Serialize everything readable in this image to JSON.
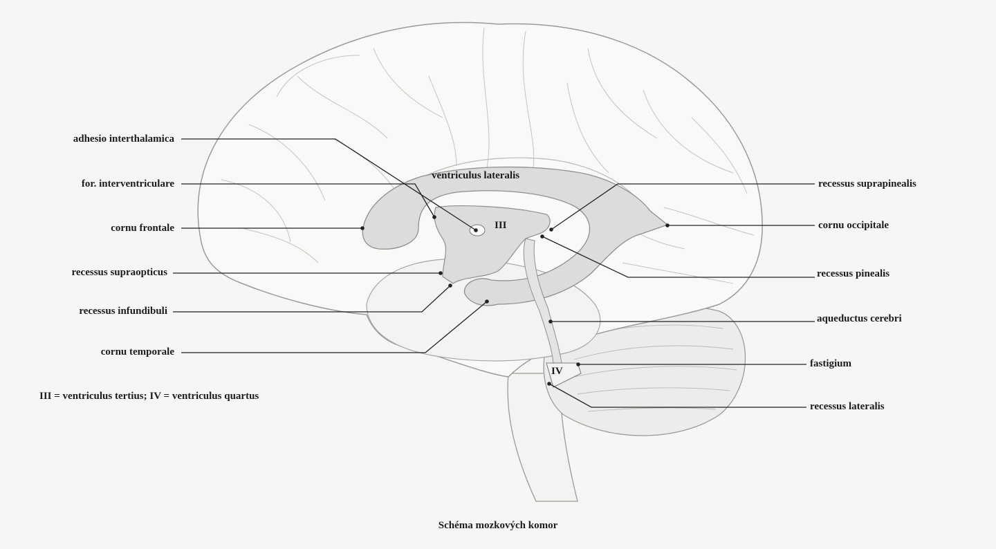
{
  "labels_left": [
    {
      "id": "adhesio",
      "text": "adhesio interthalamica"
    },
    {
      "id": "for-interventriculare",
      "text": "for. interventriculare"
    },
    {
      "id": "cornu-frontale",
      "text": "cornu frontale"
    },
    {
      "id": "recessus-supraopticus",
      "text": "recessus supraopticus"
    },
    {
      "id": "recessus-infundibuli",
      "text": "recessus infundibuli"
    },
    {
      "id": "cornu-temporale",
      "text": "cornu temporale"
    }
  ],
  "labels_right": [
    {
      "id": "recessus-suprapinealis",
      "text": "recessus suprapinealis"
    },
    {
      "id": "cornu-occipitale",
      "text": "cornu occipitale"
    },
    {
      "id": "recessus-pinealis",
      "text": "recessus pinealis"
    },
    {
      "id": "aqueductus-cerebri",
      "text": "aqueductus cerebri"
    },
    {
      "id": "fastigium",
      "text": "fastigium"
    },
    {
      "id": "recessus-lateralis",
      "text": "recessus lateralis"
    }
  ],
  "inner_labels": {
    "ventriculus_lateralis": "ventriculus lateralis",
    "third": "III",
    "fourth": "IV"
  },
  "legend": "III = ventriculus tertius; IV = ventriculus quartus",
  "caption": "Schéma mozkových komor"
}
